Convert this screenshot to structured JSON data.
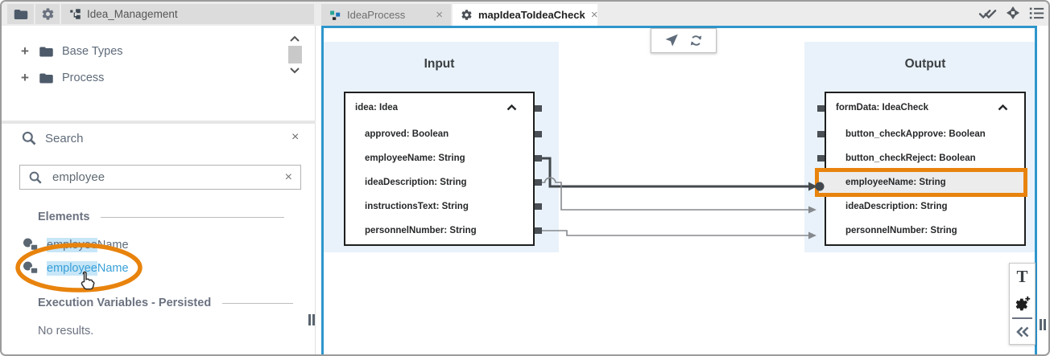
{
  "ui": {
    "close_glyph": "×"
  },
  "header": {
    "project_name": "Idea_Management",
    "tabs": [
      {
        "label": "IdeaProcess"
      },
      {
        "label": "mapIdeaToIdeaCheck"
      }
    ]
  },
  "sidebar": {
    "tree_items": [
      {
        "label": "Base Types"
      },
      {
        "label": "Process"
      }
    ],
    "search": {
      "title": "Search",
      "query": "employee",
      "elements_section": {
        "title": "Elements",
        "items": [
          {
            "match": "employee",
            "rest": "Name",
            "state": "normal"
          },
          {
            "match": "employee",
            "rest": "Name",
            "state": "hovered"
          }
        ]
      },
      "exec_section": {
        "title": "Execution Variables - Persisted",
        "empty_text": "No results."
      }
    }
  },
  "canvas": {
    "input_panel": {
      "title": "Input",
      "box_header": "idea: Idea",
      "fields": [
        "approved: Boolean",
        "employeeName: String",
        "ideaDescription: String",
        "instructionsText: String",
        "personnelNumber: String"
      ]
    },
    "output_panel": {
      "title": "Output",
      "box_header": "formData: IdeaCheck",
      "fields": [
        "button_checkApprove: Boolean",
        "button_checkReject: Boolean",
        "employeeName: String",
        "ideaDescription: String",
        "personnelNumber: String"
      ],
      "highlighted_field": "employeeName: String"
    },
    "mappings": [
      {
        "from": "employeeName",
        "to": "employeeName",
        "selected": true
      },
      {
        "from": "ideaDescription",
        "to": "ideaDescription",
        "selected": false
      },
      {
        "from": "personnelNumber",
        "to": "personnelNumber",
        "selected": false
      }
    ],
    "text_tool_label": "T"
  },
  "colors": {
    "canvas_border": "#2e96cc",
    "panel_blue": "#e9f2fa",
    "highlight_orange": "#e8830d",
    "match_highlight": "#c7e6f7",
    "selected_link": "#43484d",
    "link": "#85898d",
    "active_item_blue": "#38a0d9"
  }
}
